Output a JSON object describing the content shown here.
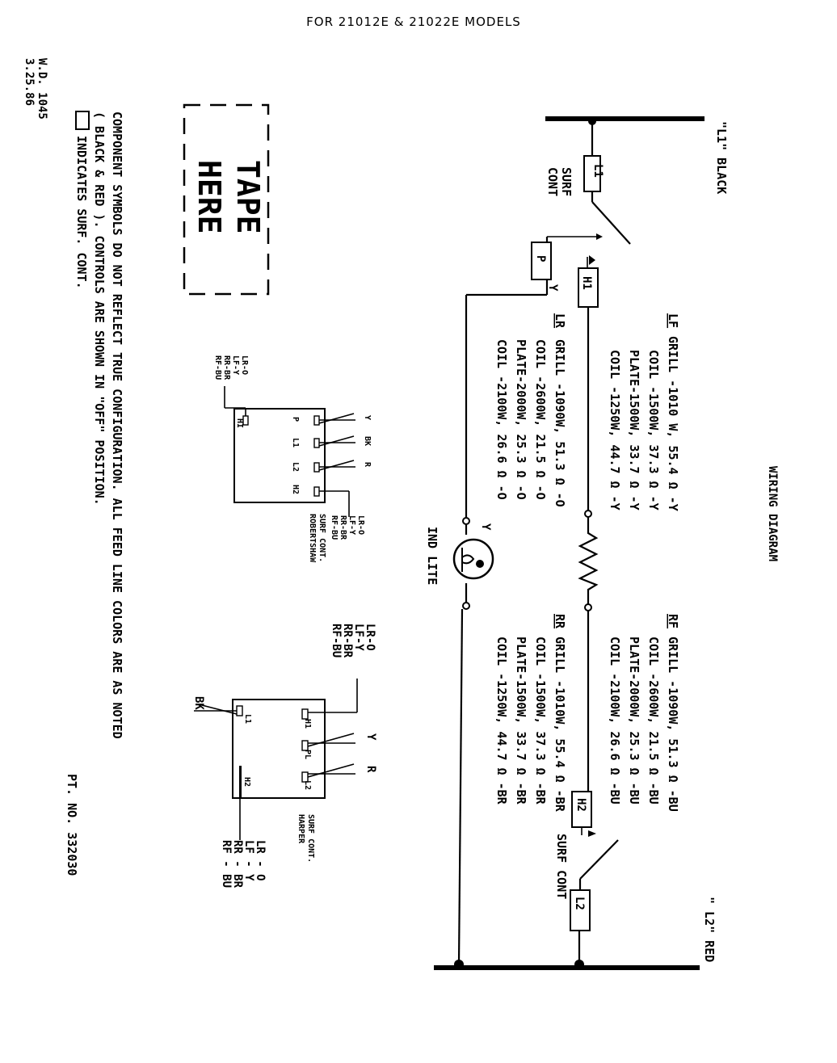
{
  "header": {
    "title": "FOR 21012E & 21022E MODELS"
  },
  "drawing_id": {
    "number": "W.D. 1045",
    "date": "3.25.86"
  },
  "diagram_title": "WIRING DIAGRAM",
  "part_number": "PT. NO. 332030",
  "tape_label": {
    "line1": "TAPE",
    "line2": "HERE"
  },
  "lines": {
    "l1": "\"L1\" BLACK",
    "l2": "\" L2\" RED"
  },
  "components": {
    "surf_cont": {
      "line1": "SURF",
      "line2": "CONT"
    },
    "surf_cont_right": "SURF CONT",
    "p": "P",
    "h1": "H1",
    "h2": "H2",
    "l1": "L1",
    "l2": "L2",
    "ind_lite": "IND LITE",
    "y1": "Y",
    "y2": "Y"
  },
  "elements": {
    "lf": {
      "title": "LF",
      "lines": [
        "GRILL -1010 W, 55.4 Ω -Y",
        "COIL -1500W, 37.3 Ω -Y",
        "PLATE-1500W, 33.7 Ω -Y",
        "COIL -1250W, 44.7 Ω -Y"
      ]
    },
    "rf": {
      "title": "RF",
      "lines": [
        "GRILL -1090W, 51.3 Ω -BU",
        "COIL -2600W, 21.5 Ω -BU",
        "PLATE-2000W, 25.3 Ω -BU",
        "COIL -2100W, 26.6 Ω -BU"
      ]
    },
    "lr": {
      "title": "LR",
      "lines": [
        "GRILL -1090W, 51.3 Ω -O",
        "COIL -2600W, 21.5 Ω -O",
        "PLATE-2000W, 25.3 Ω -O",
        "COIL -2100W, 26.6 Ω -O"
      ]
    },
    "rr": {
      "title": "RR",
      "lines": [
        "GRILL -1010W, 55.4 Ω -BR",
        "COIL -1500W, 37.3 Ω -BR",
        "PLATE-1500W, 33.7 Ω -BR",
        "COIL -1250W, 44.7 Ω -BR"
      ]
    }
  },
  "robertshaw": {
    "label_line1": "SURF CONT.",
    "label_line2": "ROBERTSHAW",
    "terminals": [
      "HI",
      "P",
      "L1",
      "L2",
      "H2"
    ],
    "wire_labels": [
      "Y",
      "BK",
      "R"
    ],
    "legend_left": [
      "LR-O",
      "LF-Y",
      "RR-BR",
      "RF-BU"
    ],
    "legend_right": [
      "LR-O",
      "LF-Y",
      "RR-BR",
      "RF-BU"
    ]
  },
  "harper": {
    "label_line1": "SURF CONT.",
    "label_line2": "HARPER",
    "terminals": [
      "L1",
      "H1",
      "PL",
      "L2",
      "H2"
    ],
    "wire_labels": [
      "BK",
      "Y",
      "R"
    ],
    "legend_top": [
      "LR-O",
      "LF-Y",
      "RR-BR",
      "RF-BU"
    ],
    "legend_bottom": [
      "LR - O",
      "LF - Y",
      "RR - BR",
      "RF - BU"
    ]
  },
  "notes": {
    "line1": "COMPONENT SYMBOLS DO NOT REFLECT TRUE CONFIGURATION.  ALL FEED LINE COLORS ARE AS NOTED",
    "line2": "( BLACK & RED ).  CONTROLS   ARE   SHOWN   IN   \"OFF\"   POSITION.",
    "line3": "INDICATES  SURF.  CONT."
  }
}
